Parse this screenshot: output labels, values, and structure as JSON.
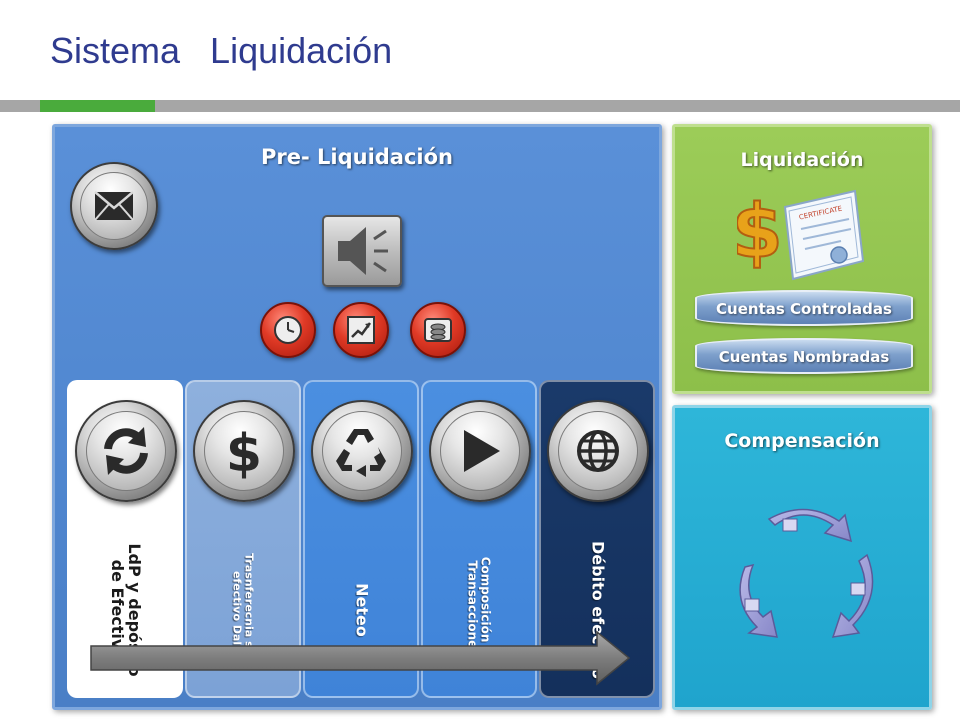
{
  "slide": {
    "title": "Sistema   Liquidación"
  },
  "pre_liquidacion": {
    "heading": "Pre- Liquidación",
    "columns": [
      {
        "label": "LdP y depósito de Efectivo",
        "icon": "refresh-icon"
      },
      {
        "label": "Trasnferecnia s de efectivo Dalí",
        "icon": "dollar-icon"
      },
      {
        "label": "Neteo",
        "icon": "recycle-icon"
      },
      {
        "label": "Composición de Transaccione s",
        "icon": "play-icon"
      },
      {
        "label": "Débito efectivo",
        "icon": "globe-icon"
      }
    ]
  },
  "liquidacion": {
    "heading": "Liquidación",
    "certificate_text": "CERTIFICATE",
    "databases": [
      "Cuentas Controladas",
      "Cuentas Nombradas"
    ]
  },
  "compensacion": {
    "heading": "Compensación"
  },
  "colors": {
    "title": "#2f3b8f",
    "pre_panel": "#4f86cf",
    "liq_panel": "#8dbf4a",
    "comp_panel": "#1fa4cd",
    "accent_green": "#4aab3c"
  }
}
